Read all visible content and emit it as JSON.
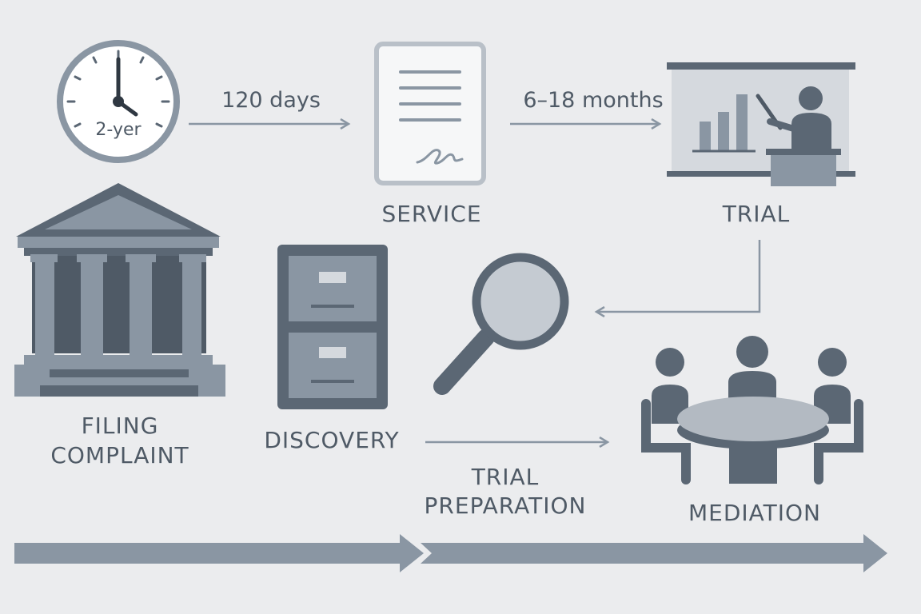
{
  "clock": {
    "label": "2-yer"
  },
  "durations": {
    "first": "120 days",
    "second": "6–18 months"
  },
  "stages": {
    "service": "SERVICE",
    "trial": "TRIAL",
    "filing_line1": "FILING",
    "filing_line2": "COMPLAINT",
    "discovery": "DISCOVERY",
    "trial_prep_line1": "TRIAL",
    "trial_prep_line2": "PREPARATION",
    "mediation": "MEDIATION"
  },
  "colors": {
    "background": "#ebecee",
    "dark": "#5b6774",
    "medium": "#8a96a3",
    "light": "#c5cbd2",
    "text": "#4f5a66"
  }
}
